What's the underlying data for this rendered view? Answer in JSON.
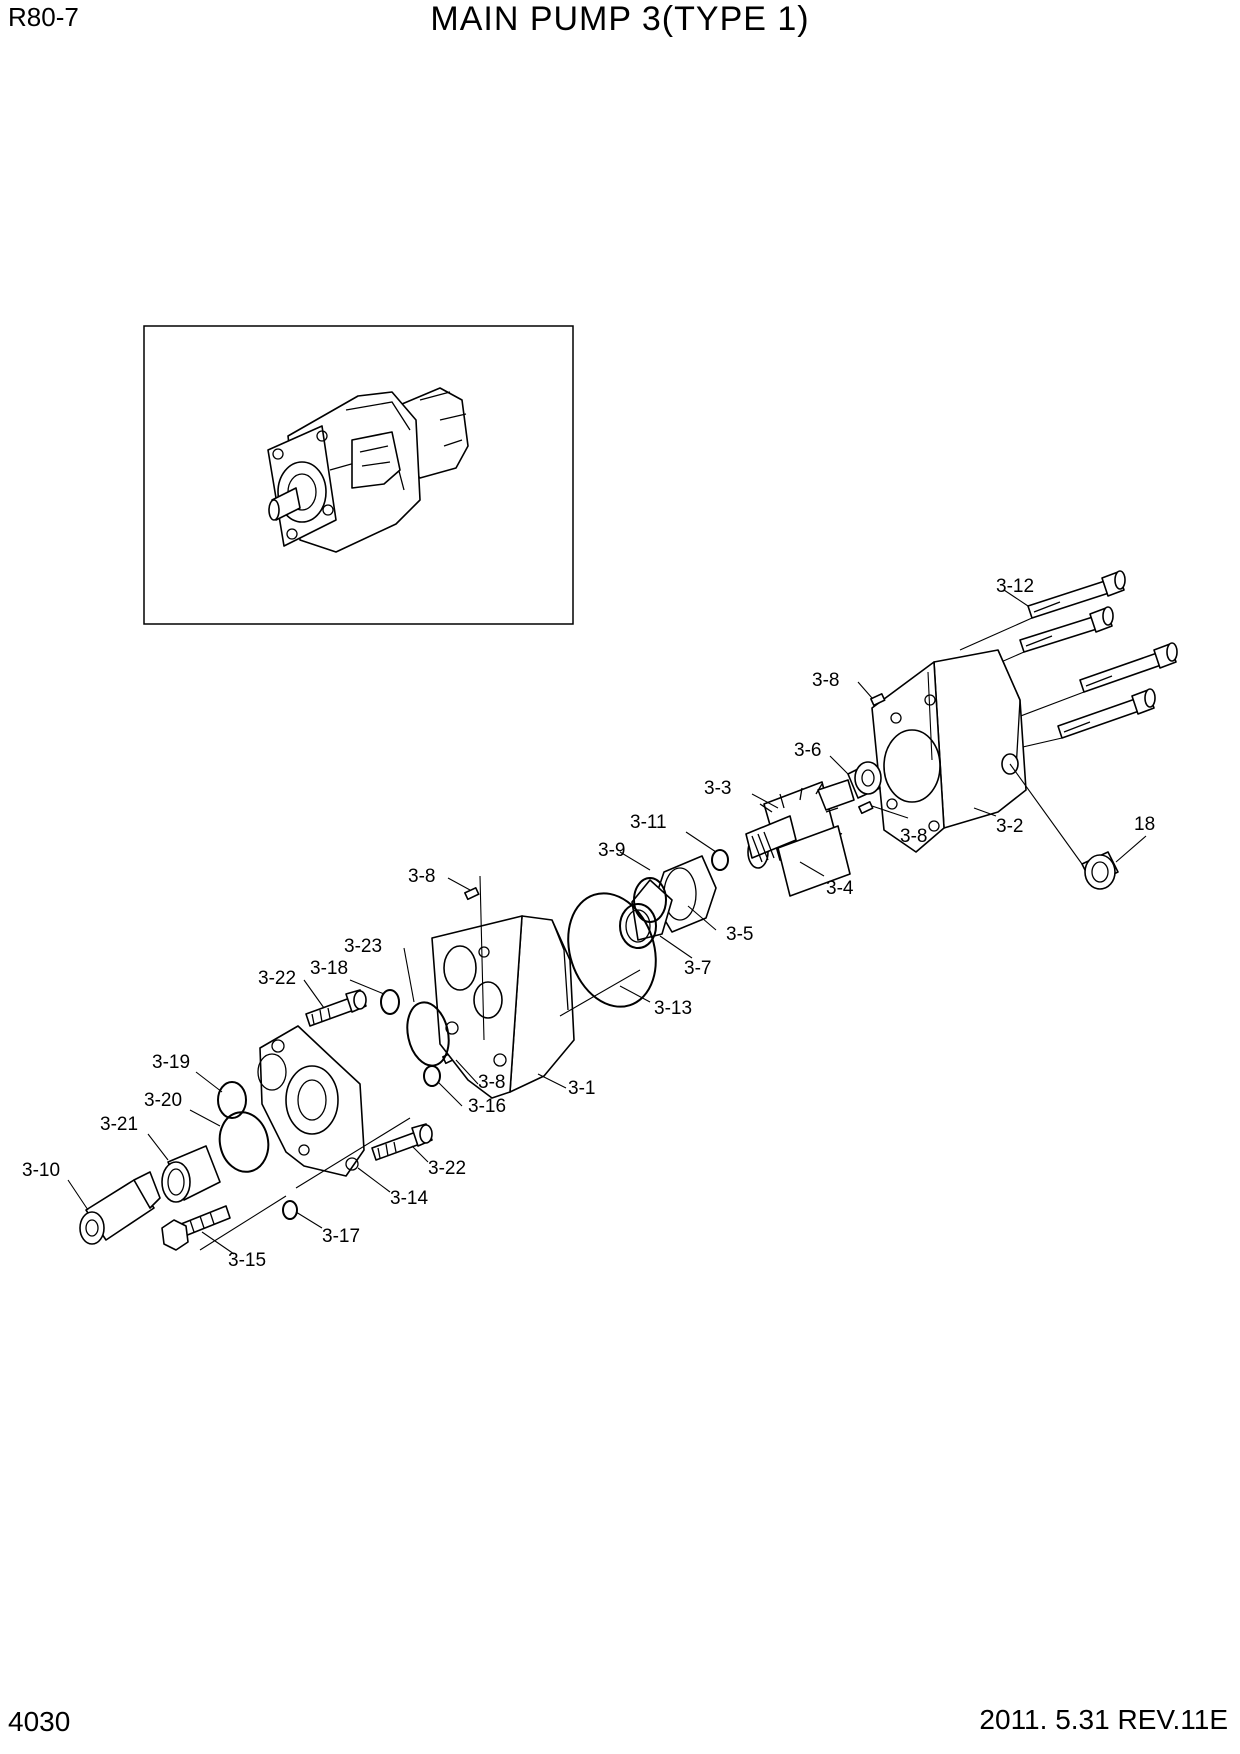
{
  "header": {
    "model": "R80-7",
    "title": "MAIN PUMP 3(TYPE 1)"
  },
  "footer": {
    "page_number": "4030",
    "revision": "2011. 5.31  REV.11E"
  },
  "callouts": {
    "c3_12": "3-12",
    "c3_8a": "3-8",
    "c3_6": "3-6",
    "c3_3": "3-3",
    "c3_8b": "3-8",
    "c3_2": "3-2",
    "c18": "18",
    "c3_11": "3-11",
    "c3_9": "3-9",
    "c3_4": "3-4",
    "c3_8c": "3-8",
    "c3_5": "3-5",
    "c3_7": "3-7",
    "c3_23": "3-23",
    "c3_13": "3-13",
    "c3_22a": "3-22",
    "c3_18": "3-18",
    "c3_8d": "3-8",
    "c3_1": "3-1",
    "c3_16": "3-16",
    "c3_19": "3-19",
    "c3_20": "3-20",
    "c3_21": "3-21",
    "c3_22b": "3-22",
    "c3_10": "3-10",
    "c3_14": "3-14",
    "c3_17": "3-17",
    "c3_15": "3-15"
  }
}
